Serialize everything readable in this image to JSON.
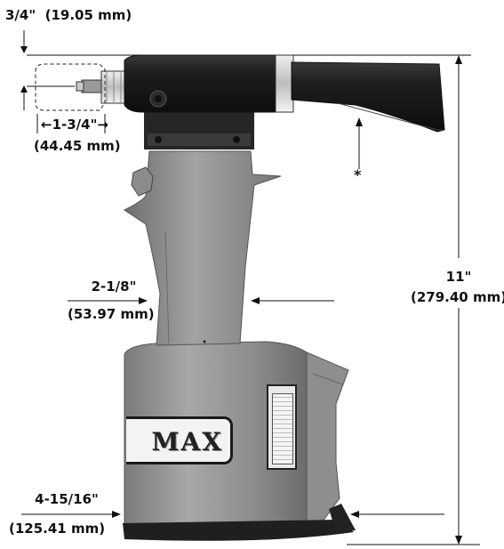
{
  "dimensions": {
    "top_offset": {
      "value": "3/4\"",
      "metric": "(19.05 mm)"
    },
    "nose_stroke": {
      "value": "1-3/4\"",
      "metric": "(44.45 mm)"
    },
    "height": {
      "value": "11\"",
      "metric": "(279.40 mm)"
    },
    "handle_width": {
      "value": "2-1/8\"",
      "metric": "(53.97 mm)"
    },
    "base_width": {
      "value": "4-15/16\"",
      "metric": "(125.41 mm)"
    }
  },
  "marker": {
    "asterisk": "*"
  },
  "brand": {
    "text": "MAX"
  },
  "colors": {
    "body_gray": "#8a8a8a",
    "body_light": "#a9a9a9",
    "head_black": "#1b1b1b",
    "collar_silver": "#d8d8d8"
  }
}
